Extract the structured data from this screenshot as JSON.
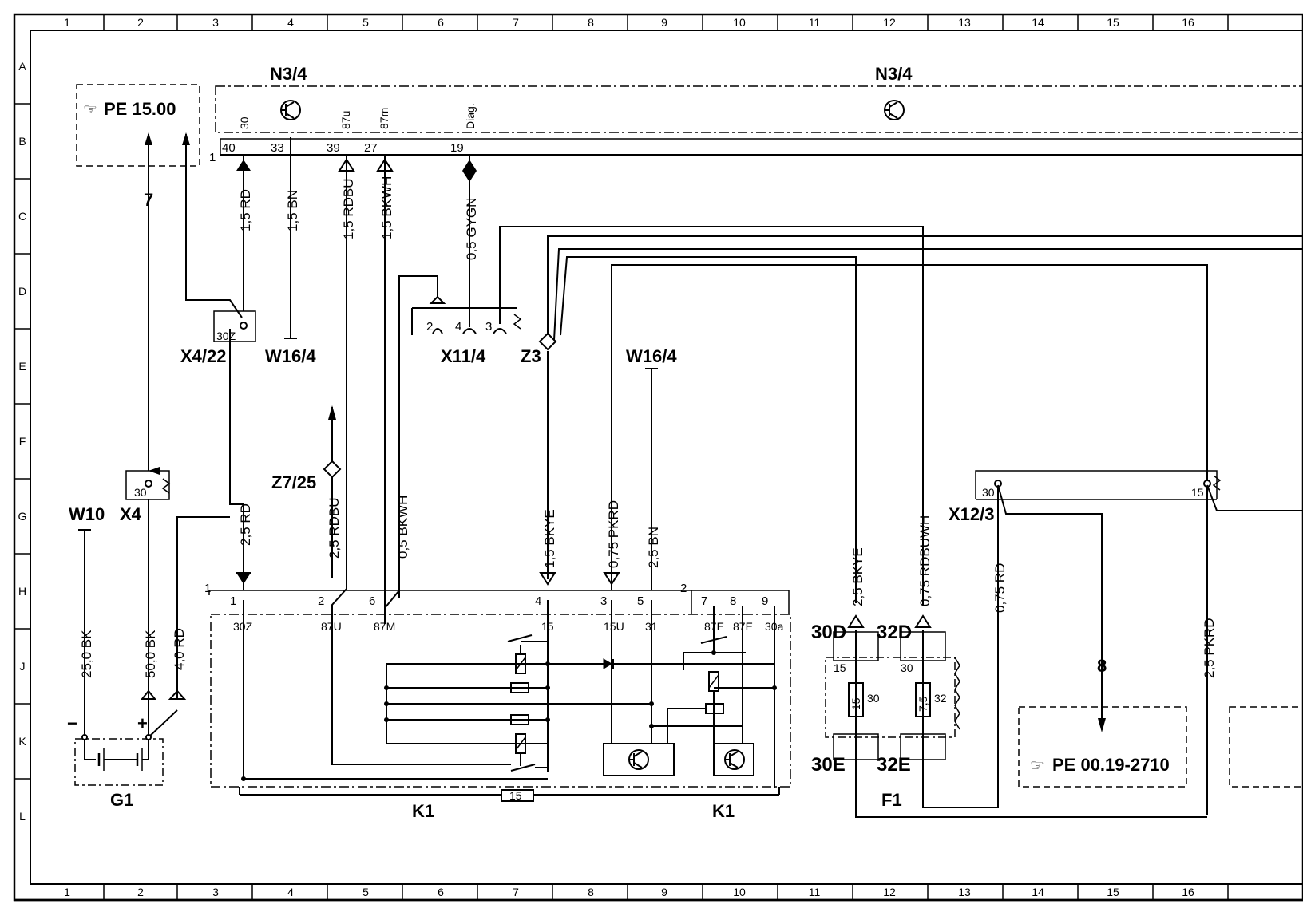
{
  "grid": {
    "columns": [
      "1",
      "2",
      "3",
      "4",
      "5",
      "6",
      "7",
      "8",
      "9",
      "10",
      "11",
      "12",
      "13",
      "14",
      "15",
      "16"
    ],
    "rows": [
      "A",
      "B",
      "C",
      "D",
      "E",
      "F",
      "G",
      "H",
      "J",
      "K",
      "L"
    ]
  },
  "components": {
    "n34_left": "N3/4",
    "n34_right": "N3/4",
    "x4_22": "X4/22",
    "w16_4_top": "W16/4",
    "x11_4": "X11/4",
    "z3": "Z3",
    "w16_4_mid": "W16/4",
    "z7_25": "Z7/25",
    "w10": "W10",
    "x4": "X4",
    "g1": "G1",
    "k1_left": "K1",
    "k1_right": "K1",
    "f1": "F1",
    "x12_3": "X12/3"
  },
  "refs": {
    "pe_top": "PE  15.00",
    "pe_bottom": "PE  00.19-2710",
    "arrow7": "7",
    "arrow8": "8"
  },
  "pins": {
    "n34": [
      {
        "num": "40",
        "name": "30"
      },
      {
        "num": "33",
        "name": ""
      },
      {
        "num": "39",
        "name": "87u"
      },
      {
        "num": "27",
        "name": "87m"
      },
      {
        "num": "19",
        "name": "Diag."
      }
    ],
    "n34_side": "1",
    "x4_22_pin": "30Z",
    "x11_4_pins": [
      "2",
      "4",
      "3"
    ],
    "x4_pin": "30",
    "g1_minus": "−",
    "g1_plus": "+",
    "k1_top": [
      {
        "num": "1",
        "name": "30Z"
      },
      {
        "num": "2",
        "name": "87U"
      },
      {
        "num": "6",
        "name": "87M"
      },
      {
        "num": "4",
        "name": "15"
      },
      {
        "num": "3",
        "name": "15U"
      },
      {
        "num": "5",
        "name": "31"
      }
    ],
    "k1_section1": "1",
    "k1_section2": "2",
    "k1_right_top": [
      {
        "num": "7",
        "name": "87E"
      },
      {
        "num": "8",
        "name": "87E"
      },
      {
        "num": "9",
        "name": "30a"
      }
    ],
    "k1_fuse": "15",
    "f1_labels": {
      "in_left": "30D",
      "in_right": "32D",
      "out_left": "30E",
      "out_right": "32E",
      "pin_left": "15",
      "pin_right": "30",
      "fuse_left": "15",
      "fuse_right": "7,5",
      "num_left": "30",
      "num_right": "32"
    },
    "x12_3_pins": [
      "30",
      "15"
    ]
  },
  "wires": {
    "w_40": "1,5  RD",
    "w_33": "1,5  BN",
    "w_39": "1,5  RDBU",
    "w_27": "1,5  BKWH",
    "w_19": "0,5  GYGN",
    "k1_1": "2,5  RD",
    "k1_2": "2,5  RDBU",
    "k1_6": "0,5  BKWH",
    "k1_4": "1,5  BKYE",
    "k1_3": "0,75  PKRD",
    "k1_5": "2,5  BN",
    "g1_neg": "25,0  BK",
    "g1_pos": "50,0  BK",
    "g1_rd": "4,0  RD",
    "f1_30d": "2,5  BKYE",
    "f1_32d": "0,75  RDBUWH",
    "x12_30": "0,75  RD",
    "right_pk": "2,5  PKRD"
  }
}
